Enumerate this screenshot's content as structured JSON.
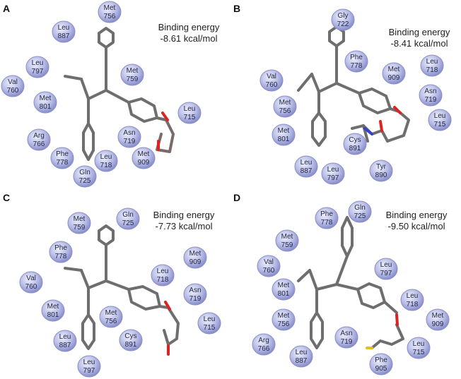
{
  "panels": [
    {
      "letter": "A",
      "energy_label": "Binding energy",
      "energy_value": "-8.61 kcal/mol",
      "residues": [
        {
          "name": "Met",
          "num": "756"
        },
        {
          "name": "Leu",
          "num": "887"
        },
        {
          "name": "Leu",
          "num": "797"
        },
        {
          "name": "Val",
          "num": "760"
        },
        {
          "name": "Met",
          "num": "801"
        },
        {
          "name": "Arg",
          "num": "766"
        },
        {
          "name": "Phe",
          "num": "778"
        },
        {
          "name": "Gln",
          "num": "725"
        },
        {
          "name": "Leu",
          "num": "718"
        },
        {
          "name": "Asn",
          "num": "719"
        },
        {
          "name": "Met",
          "num": "909"
        },
        {
          "name": "Met",
          "num": "759"
        },
        {
          "name": "Leu",
          "num": "715"
        }
      ]
    },
    {
      "letter": "B",
      "energy_label": "Binding energy",
      "energy_value": "-8.41 kcal/mol",
      "residues": [
        {
          "name": "Gly",
          "num": "722"
        },
        {
          "name": "Phe",
          "num": "778"
        },
        {
          "name": "Met",
          "num": "909"
        },
        {
          "name": "Leu",
          "num": "718"
        },
        {
          "name": "Val",
          "num": "760"
        },
        {
          "name": "Met",
          "num": "756"
        },
        {
          "name": "Asn",
          "num": "719"
        },
        {
          "name": "Leu",
          "num": "715"
        },
        {
          "name": "Met",
          "num": "801"
        },
        {
          "name": "Cys",
          "num": "891"
        },
        {
          "name": "Leu",
          "num": "887"
        },
        {
          "name": "Leu",
          "num": "797"
        },
        {
          "name": "Tyr",
          "num": "890"
        }
      ]
    },
    {
      "letter": "C",
      "energy_label": "Binding energy",
      "energy_value": "-7.73 kcal/mol",
      "residues": [
        {
          "name": "Met",
          "num": "759"
        },
        {
          "name": "Gln",
          "num": "725"
        },
        {
          "name": "Phe",
          "num": "778"
        },
        {
          "name": "Met",
          "num": "909"
        },
        {
          "name": "Leu",
          "num": "718"
        },
        {
          "name": "Val",
          "num": "760"
        },
        {
          "name": "Asn",
          "num": "719"
        },
        {
          "name": "Met",
          "num": "801"
        },
        {
          "name": "Met",
          "num": "756"
        },
        {
          "name": "Leu",
          "num": "715"
        },
        {
          "name": "Leu",
          "num": "887"
        },
        {
          "name": "Cys",
          "num": "891"
        },
        {
          "name": "Leu",
          "num": "797"
        }
      ]
    },
    {
      "letter": "D",
      "energy_label": "Binding energy",
      "energy_value": "-9.50 kcal/mol",
      "residues": [
        {
          "name": "Phe",
          "num": "778"
        },
        {
          "name": "Gln",
          "num": "725"
        },
        {
          "name": "Met",
          "num": "759"
        },
        {
          "name": "Val",
          "num": "760"
        },
        {
          "name": "Leu",
          "num": "797"
        },
        {
          "name": "Met",
          "num": "801"
        },
        {
          "name": "Leu",
          "num": "718"
        },
        {
          "name": "Met",
          "num": "909"
        },
        {
          "name": "Met",
          "num": "756"
        },
        {
          "name": "Asn",
          "num": "719"
        },
        {
          "name": "Arg",
          "num": "766"
        },
        {
          "name": "Leu",
          "num": "887"
        },
        {
          "name": "Leu",
          "num": "715"
        },
        {
          "name": "Phe",
          "num": "905"
        }
      ]
    }
  ]
}
